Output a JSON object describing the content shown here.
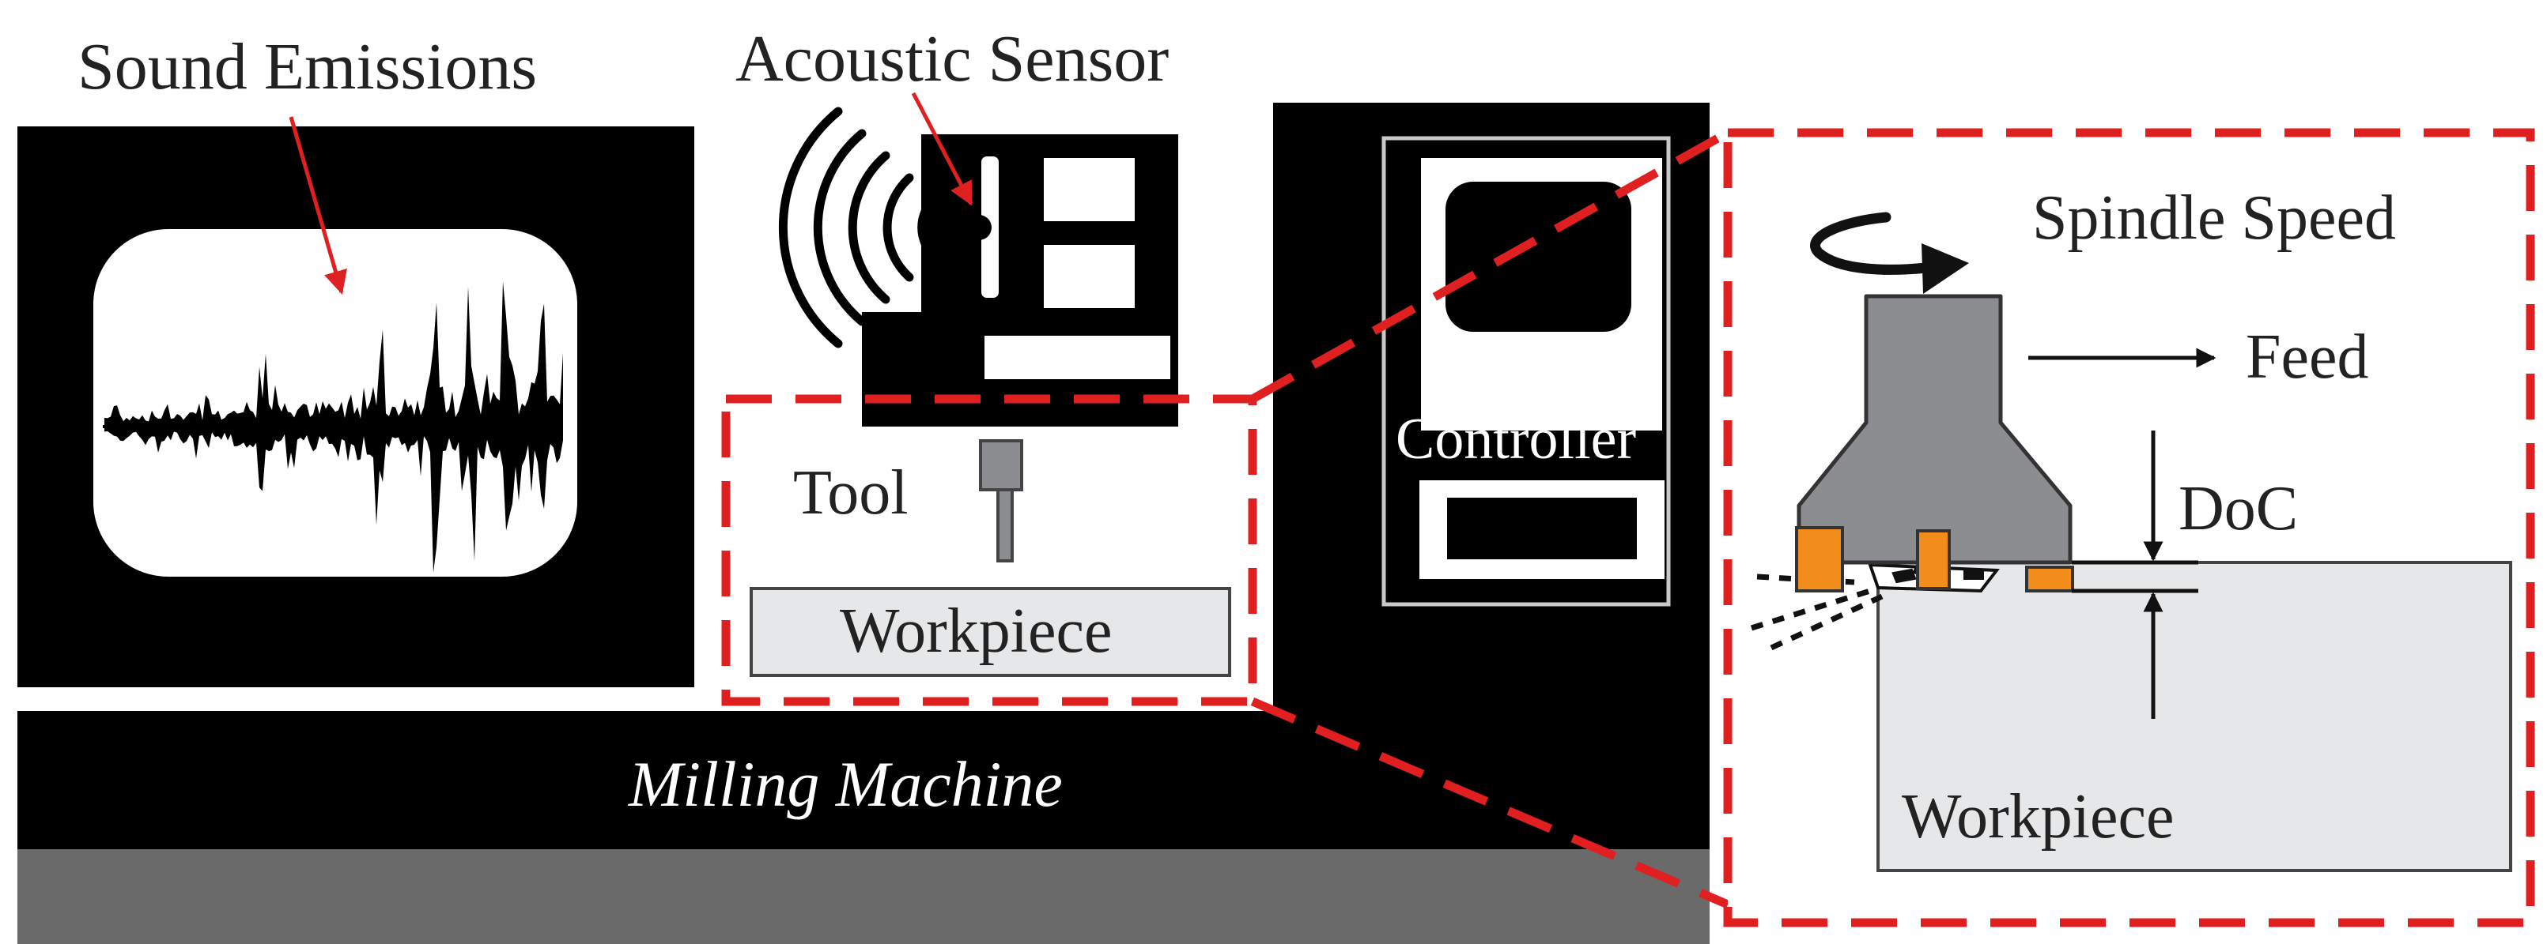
{
  "labels": {
    "sound_emissions": "Sound Emissions",
    "acoustic_sensor": "Acoustic Sensor",
    "tool": "Tool",
    "workpiece_left": "Workpiece",
    "controller": "Controller",
    "milling_machine": "Milling Machine",
    "spindle_speed": "Spindle Speed",
    "feed": "Feed",
    "doc": "DoC",
    "workpiece_right": "Workpiece"
  },
  "colors": {
    "machine": "#000000",
    "base": "#6a6a6b",
    "callout_dash": "#e02020",
    "pointer_arrow": "#e02020",
    "tool_body": "#8c8d90",
    "workpiece_fill": "#e6e7e8",
    "insert": "#f28c1b"
  }
}
